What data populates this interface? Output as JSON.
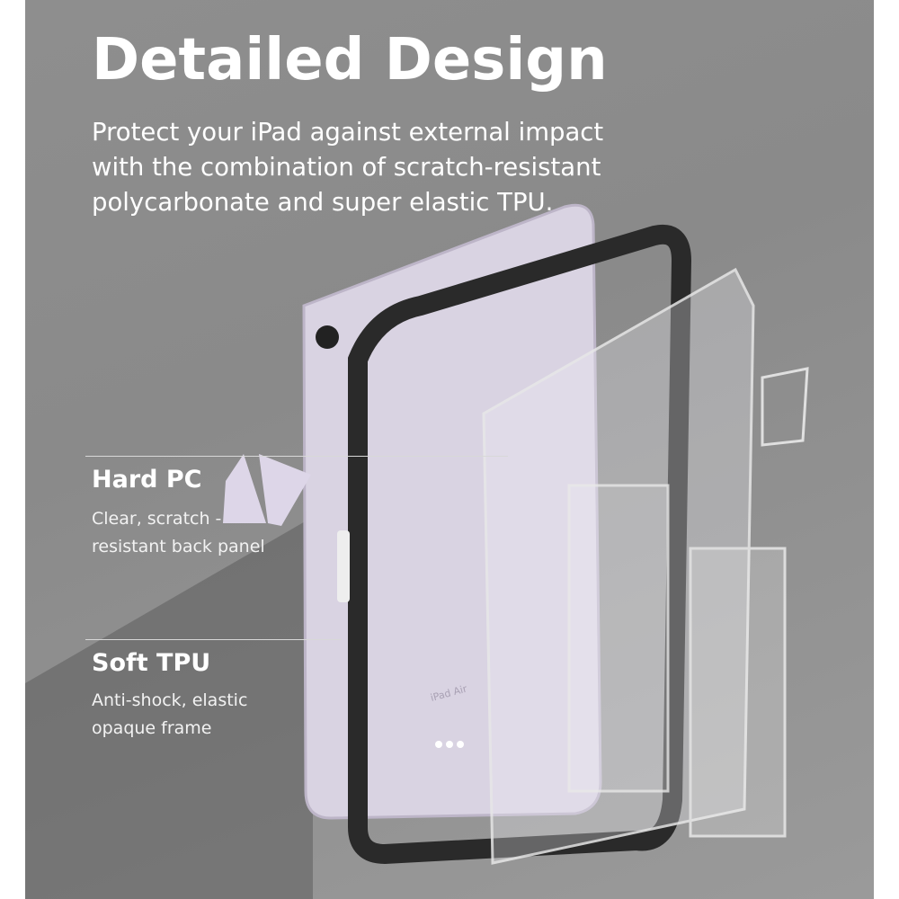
{
  "headline": "Detailed Design",
  "subheadline": "Protect your iPad against external impact with the combination of scratch-resistant polycarbonate and super elastic TPU.",
  "features": [
    {
      "title": "Hard PC",
      "description": "Clear, scratch - resistant back panel"
    },
    {
      "title": "Soft TPU",
      "description": "Anti-shock, elastic opaque frame"
    }
  ],
  "product_label": "iPad Air",
  "colors": {
    "background": "#8c8c8c",
    "ipad": "#d9d3e2",
    "frame": "#2a2a2a",
    "text": "#ffffff"
  }
}
